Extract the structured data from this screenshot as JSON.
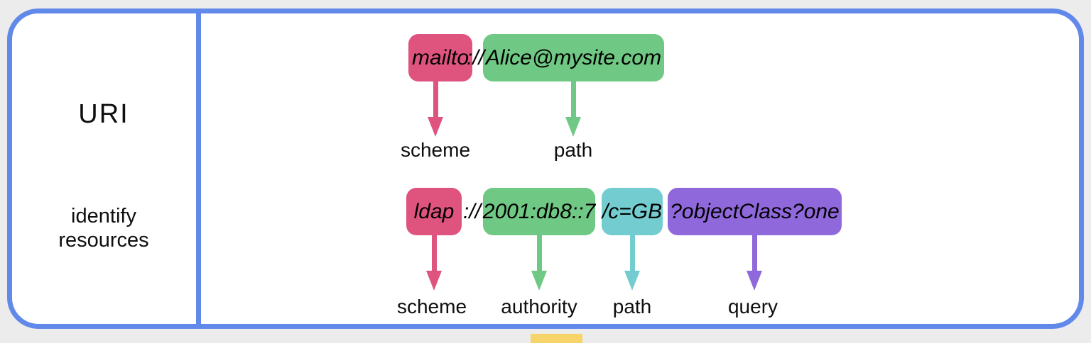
{
  "colors": {
    "frame_border": "#6189E9",
    "scheme_pink": "#DF537F",
    "authority_green": "#6FC883",
    "path_cyan": "#73CDD0",
    "query_purple": "#8F68DB",
    "highlight_yellow": "#F6D469",
    "page_background": "#ECECEC",
    "panel_background": "#FFFFFF"
  },
  "left_panel": {
    "title": "URI",
    "subtitle_lines": [
      "identify",
      "resources"
    ]
  },
  "rows": [
    {
      "separator": "://",
      "segments": [
        {
          "text": "mailto",
          "label": "scheme"
        },
        {
          "text": "Alice@mysite.com",
          "label": "path"
        }
      ]
    },
    {
      "separator": "://",
      "segments": [
        {
          "text": "ldap",
          "label": "scheme"
        },
        {
          "text": "2001:db8::7",
          "label": "authority"
        },
        {
          "text": "/c=GB",
          "label": "path"
        },
        {
          "text": "?objectClass?one",
          "label": "query"
        }
      ]
    }
  ]
}
